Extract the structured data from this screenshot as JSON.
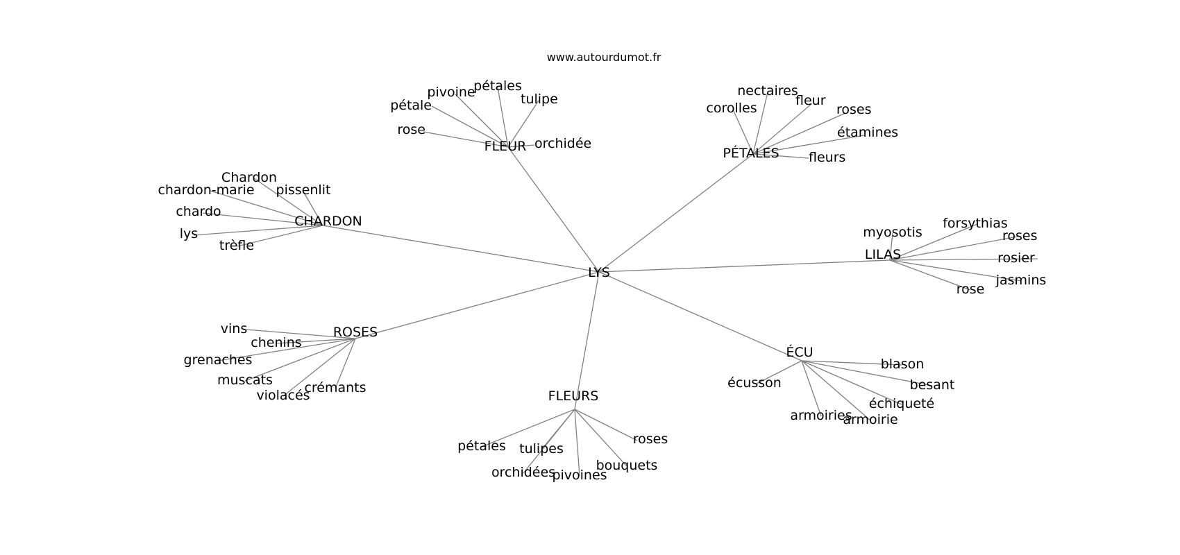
{
  "header": {
    "site": "www.autourdumot.fr"
  },
  "graph": {
    "center": {
      "id": "LYS",
      "label": "LYS"
    },
    "hubs": [
      {
        "id": "FLEUR",
        "label": "FLEUR",
        "leaves": [
          "rose",
          "pétale",
          "pivoine",
          "pétales",
          "tulipe",
          "orchidée"
        ]
      },
      {
        "id": "PETALES",
        "label": "PÉTALES",
        "leaves": [
          "corolles",
          "nectaires",
          "fleur",
          "roses",
          "étamines",
          "fleurs"
        ]
      },
      {
        "id": "CHARDON",
        "label": "CHARDON",
        "leaves": [
          "Chardon",
          "chardon-marie",
          "pissenlit",
          "chardo",
          "lys",
          "trèfle"
        ]
      },
      {
        "id": "LILAS",
        "label": "LILAS",
        "leaves": [
          "myosotis",
          "forsythias",
          "roses",
          "rosier",
          "jasmins",
          "rose"
        ]
      },
      {
        "id": "ROSES",
        "label": "ROSES",
        "leaves": [
          "vins",
          "chenins",
          "grenaches",
          "muscats",
          "violacés",
          "crémants"
        ]
      },
      {
        "id": "ECU",
        "label": "ÉCU",
        "leaves": [
          "écusson",
          "blason",
          "besant",
          "échiqueté",
          "armoiries",
          "armoirie"
        ]
      },
      {
        "id": "FLEURS",
        "label": "FLEURS",
        "leaves": [
          "pétales",
          "tulipes",
          "orchidées",
          "pivoines",
          "bouquets",
          "roses"
        ]
      }
    ]
  }
}
